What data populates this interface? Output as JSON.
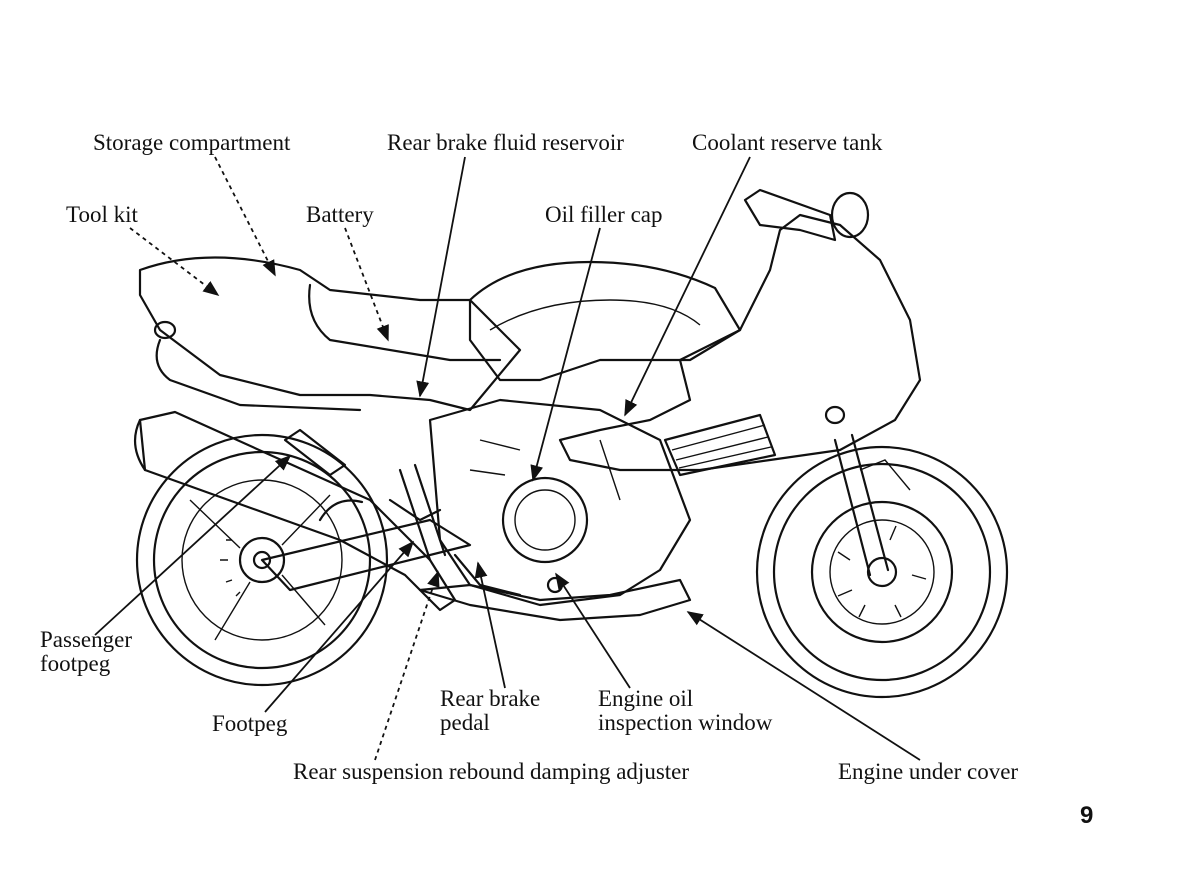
{
  "diagram": {
    "labels": {
      "storage_compartment": "Storage compartment",
      "rear_brake_fluid_reservoir": "Rear brake fluid reservoir",
      "coolant_reserve_tank": "Coolant reserve tank",
      "tool_kit": "Tool kit",
      "battery": "Battery",
      "oil_filler_cap": "Oil filler cap",
      "passenger_footpeg_line1": "Passenger",
      "passenger_footpeg_line2": "footpeg",
      "footpeg": "Footpeg",
      "rear_brake_pedal_line1": "Rear brake",
      "rear_brake_pedal_line2": "pedal",
      "engine_oil_window_line1": "Engine oil",
      "engine_oil_window_line2": "inspection window",
      "rear_suspension_adjuster": "Rear suspension rebound damping adjuster",
      "engine_under_cover": "Engine under cover"
    },
    "page_number": "9"
  }
}
